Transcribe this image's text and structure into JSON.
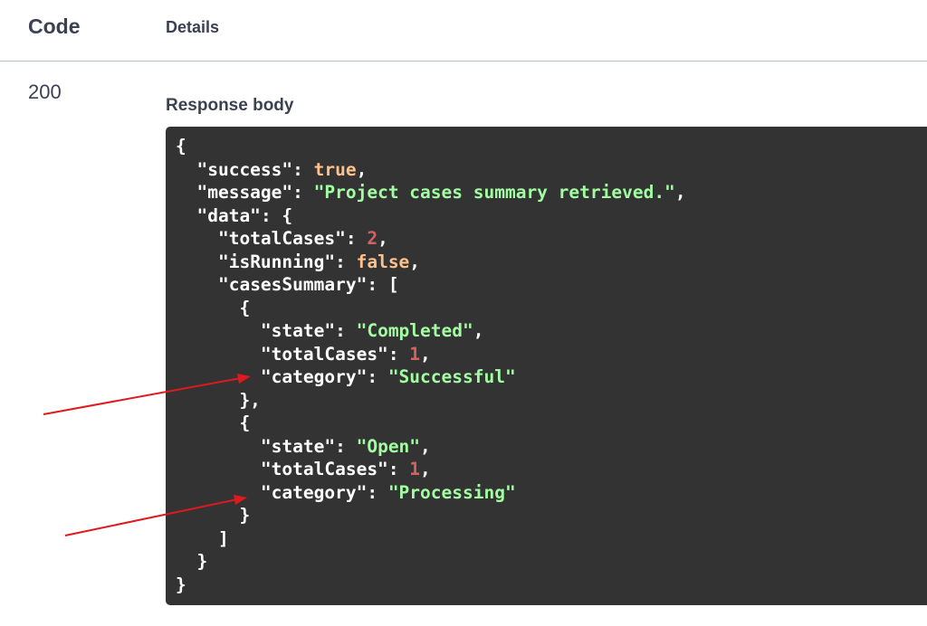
{
  "table": {
    "code_header": "Code",
    "details_header": "Details"
  },
  "response": {
    "status_code": "200",
    "body_label": "Response body"
  },
  "json_body": {
    "open_brace": "{",
    "success_key": "\"success\"",
    "success_value": "true",
    "message_key": "\"message\"",
    "message_value": "\"Project cases summary retrieved.\"",
    "data_key": "\"data\"",
    "total_cases_key": "\"totalCases\"",
    "total_cases_value": "2",
    "is_running_key": "\"isRunning\"",
    "is_running_value": "false",
    "cases_summary_key": "\"casesSummary\"",
    "items": [
      {
        "state_key": "\"state\"",
        "state_value": "\"Completed\"",
        "total_cases_key": "\"totalCases\"",
        "total_cases_value": "1",
        "category_key": "\"category\"",
        "category_value": "\"Successful\""
      },
      {
        "state_key": "\"state\"",
        "state_value": "\"Open\"",
        "total_cases_key": "\"totalCases\"",
        "total_cases_value": "1",
        "category_key": "\"category\"",
        "category_value": "\"Processing\""
      }
    ],
    "close_brace": "}"
  },
  "colors": {
    "code_background": "#333333",
    "string": "#a2fca2",
    "boolean": "#fcc28c",
    "number": "#d36363",
    "annotation_arrow": "#e0191e"
  },
  "annotations": [
    {
      "type": "arrow",
      "points_to": "items.0.category"
    },
    {
      "type": "arrow",
      "points_to": "items.1.category"
    }
  ]
}
